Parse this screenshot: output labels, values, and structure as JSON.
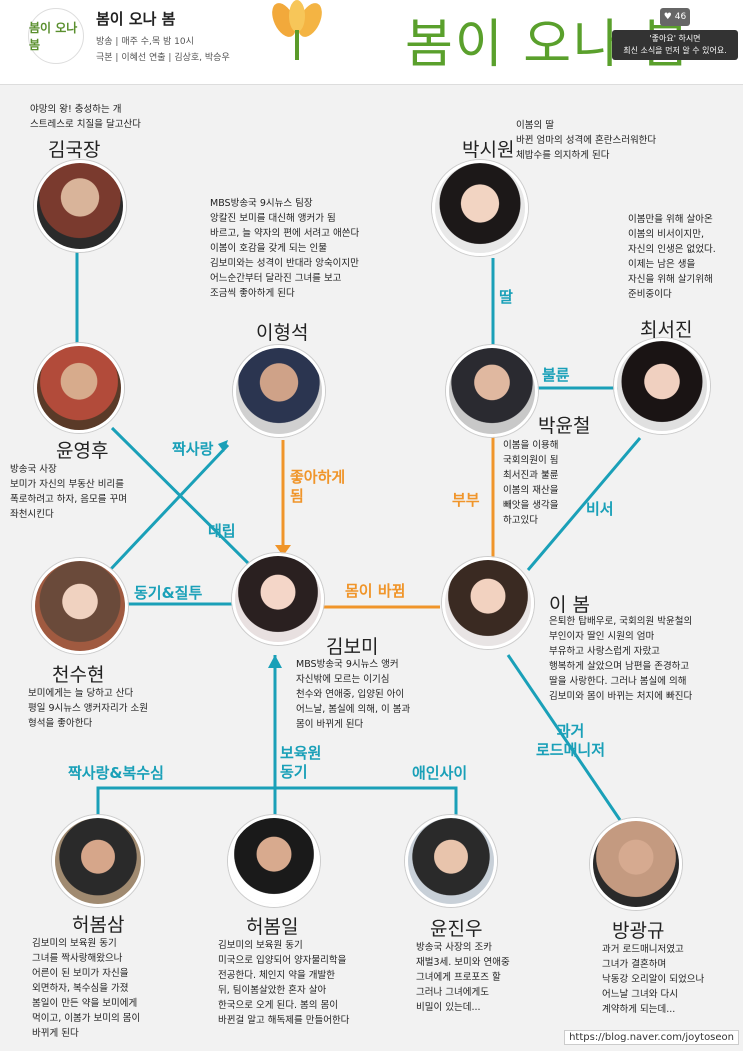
{
  "header": {
    "logo_text": "봄이 오나 봄",
    "title": "봄이 오나 봄",
    "meta_line1": "방송 | 매주 수,목 밤 10시",
    "meta_line2": "극본 | 이혜선  연출 | 김상호, 박승우",
    "big_logo": "봄이 오나 봄",
    "like_count": "♥ 46",
    "tooltip": "'좋아요' 하시면\n최신 소식을 먼저 알 수 있어요."
  },
  "characters": {
    "kim_gukjang": {
      "name": "김국장",
      "desc": "야망의 왕! 충성하는 개\n스트레스로 치질을 달고산다"
    },
    "yoon_younghu": {
      "name": "윤영후",
      "desc": "방송국 사장\n보미가 자신의 부동산 비리를\n폭로하려고 하자, 음모를 꾸며\n좌천시킨다"
    },
    "cheon_suhyun": {
      "name": "천수현",
      "desc": "보미에게는 늘 당하고 산다\n평일 9시뉴스 앵커자리가 소원\n형석을 좋아한다"
    },
    "lee_hyungseok": {
      "name": "이형석",
      "desc": "MBS방송국 9시뉴스 팀장\n앙칼진 보미를 대신해 앵커가 됨\n바르고, 늘 약자의 편에 서려고 애쓴다\n이봄이 호감을 갖게 되는 인물\n김보미와는 성격이 반대라 앙숙이지만\n어느순간부터 달라진 그녀를 보고\n조금씩 좋아하게 된다"
    },
    "kim_bomi": {
      "name": "김보미",
      "desc": "MBS방송국 9시뉴스 앵커\n자신밖에 모르는 이기심\n천수와 연애중, 입양된 아이\n어느날, 봄실에 의해, 이 봄과\n몸이 바뀌게 된다"
    },
    "park_siwon": {
      "name": "박시원",
      "desc": "이봄의 딸\n바뀐 엄마의 성격에 혼란스러워한다\n체밥수를 의지하게 된다"
    },
    "choi_seojin": {
      "name": "최서진",
      "desc": "이봄만을 위해 살아온\n이봄의 비서이지만,\n자신의 인생은 없었다.\n이제는 남은 생을\n자신을 위해 살기위해\n준비중이다"
    },
    "park_yoonchul": {
      "name": "박윤철",
      "desc": "이봄을 이용해\n국회의원이 됨\n최서진과 불륜\n이봄의 재산을\n빼앗을 생각을\n하고있다"
    },
    "lee_bom": {
      "name": "이 봄",
      "desc": "은퇴한 탑배우로, 국회의원 박윤철의\n부인이자 딸인 시원의 엄마\n부유하고 사랑스럽게 자랐고\n행복하게 살았으며 남편을 존경하고\n딸을 사랑한다. 그러나 봄실에 의해\n김보미와 몸이 바뀌는 처지에 빠진다"
    },
    "heo_bomsam": {
      "name": "허봄삼",
      "desc": "김보미의 보육원 동기\n그녀를 짝사랑해왔으나\n어른이 된 보미가 자신을\n외면하자, 복수심을 가졌\n봄일이 만든 약을 보미에게\n먹이고, 이봄가 보미의 몸이\n바뀌게 된다"
    },
    "heo_bomil": {
      "name": "허봄일",
      "desc": "김보미의 보육원 동기\n미국으로 입양되어 양자물리학을\n전공한다. 체인지 약을 개발한\n뒤, 팀이봄살았한 혼자 살아\n한국으로 오게 된다. 봄의 몸이\n바뀐걸 알고 해독제를 만들어한다"
    },
    "yoon_jinwoo": {
      "name": "윤진우",
      "desc": "방송국 사장의 조카\n재벌3세. 보미와 연애중\n그녀에게 프로포즈 할\n그러나 그녀에게도\n비밀이 있는데..."
    },
    "bang_kwanggyu": {
      "name": "방광규",
      "desc": "과거 로드매니저였고\n그녀가 결혼하며\n낙동강 오리알이 되었으나\n어느날 그녀와 다시\n계약하게 되는데..."
    }
  },
  "relations": {
    "jjaksarang": "짝사랑",
    "daerip": "대립",
    "likes": "좋아하게\n됨",
    "donggi_jiltu": "동기&질투",
    "body_swap": "몸이 바뀜",
    "ttal": "딸",
    "bullyun": "불륜",
    "bubu": "부부",
    "biseo": "비서",
    "past_manager": "과거\n로드매니저",
    "bowon_donggi": "보육원\n동기",
    "jjaksarang_revenge": "짝사랑&복수심",
    "aein_sai": "애인사이"
  },
  "footer_url": "https://blog.naver.com/joytoseon",
  "colors": {
    "teal": "#1aa0b8",
    "orange": "#f0952a"
  }
}
